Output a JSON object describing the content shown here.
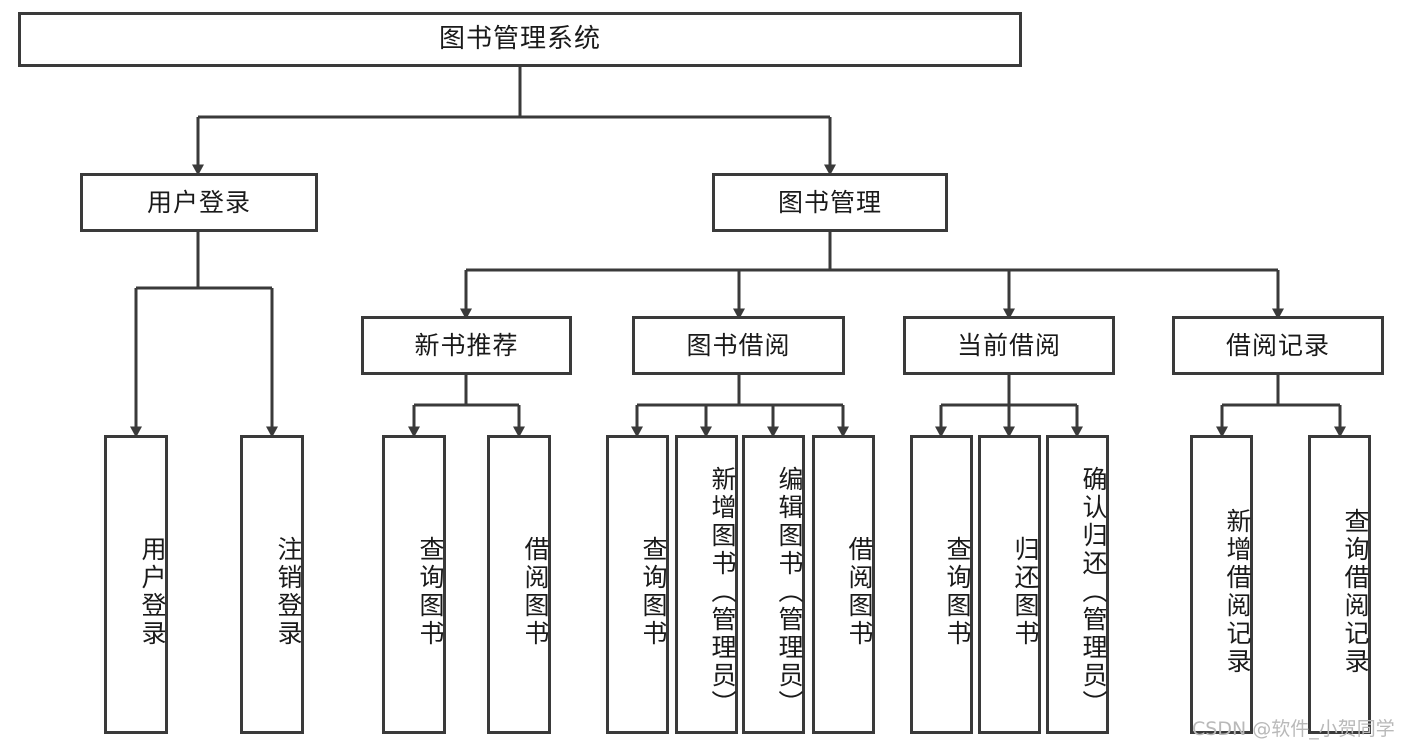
{
  "diagram": {
    "title": "图书管理系统",
    "watermark": "CSDN @软件_小贺同学",
    "stroke_color": "#3a3a3a",
    "text_color": "#1a1a1a",
    "background": "#ffffff",
    "watermark_color": "#b9b9b9"
  },
  "nodes": {
    "root": {
      "label": "图书管理系统"
    },
    "level2": [
      {
        "label": "用户登录"
      },
      {
        "label": "图书管理"
      }
    ],
    "level3": [
      {
        "label": "新书推荐"
      },
      {
        "label": "图书借阅"
      },
      {
        "label": "当前借阅"
      },
      {
        "label": "借阅记录"
      }
    ],
    "leaves_user_login": [
      {
        "label": "用户登录"
      },
      {
        "label": "注销登录"
      }
    ],
    "leaves_new_book": [
      {
        "label": "查询图书"
      },
      {
        "label": "借阅图书"
      }
    ],
    "leaves_borrow": [
      {
        "label": "查询图书"
      },
      {
        "label": "新增图书（管理员）"
      },
      {
        "label": "编辑图书（管理员）"
      },
      {
        "label": "借阅图书"
      }
    ],
    "leaves_current": [
      {
        "label": "查询图书"
      },
      {
        "label": "归还图书"
      },
      {
        "label": "确认归还（管理员）"
      }
    ],
    "leaves_records": [
      {
        "label": "新增借阅记录"
      },
      {
        "label": "查询借阅记录"
      }
    ]
  }
}
